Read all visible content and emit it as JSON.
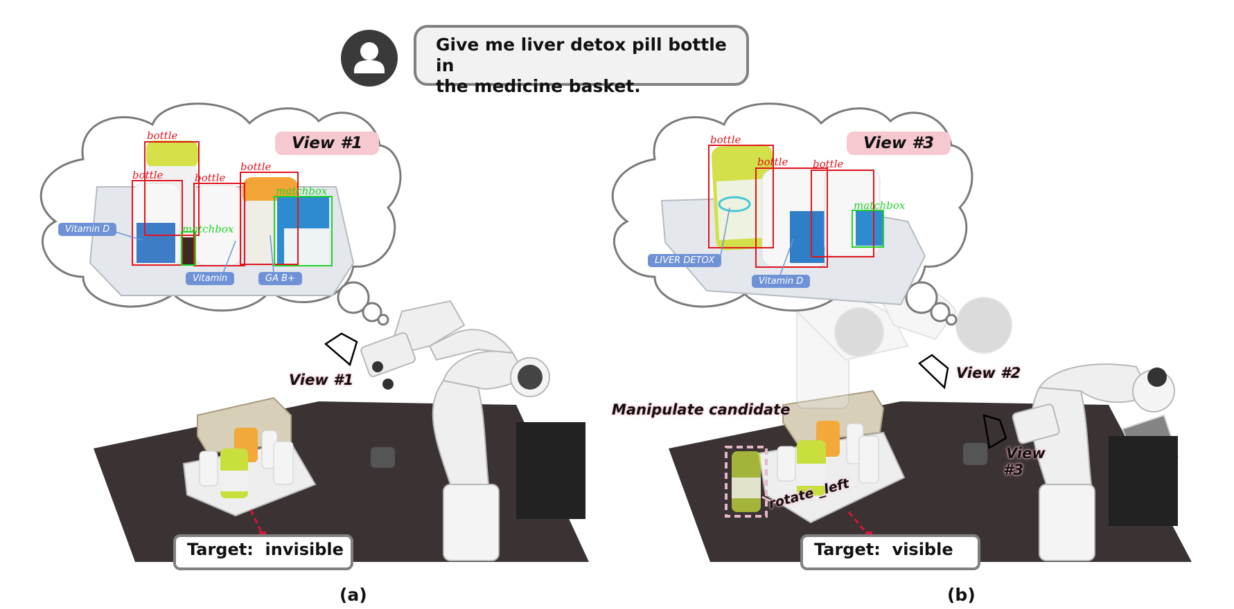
{
  "user_prompt": {
    "line1": "Give me liver detox pill bottle in",
    "line2": "the medicine basket."
  },
  "panel_a": {
    "view_tag": "View #1",
    "detections": {
      "bottle_1": "bottle",
      "bottle_2": "bottle",
      "bottle_3": "bottle",
      "bottle_4": "bottle",
      "matchbox_1": "matchbox",
      "matchbox_2": "matchbox"
    },
    "ocr_tags": [
      "Vitamin D",
      "Vitamin",
      "GA B+"
    ],
    "camera_label": "View #1",
    "target_status": "Target:  invisible",
    "caption": "(a)"
  },
  "panel_b": {
    "view_tag": "View #3",
    "detections": {
      "bottle_1": "bottle",
      "bottle_2": "bottle",
      "bottle_3": "bottle",
      "matchbox_1": "matchbox"
    },
    "ocr_tags": [
      "LIVER DETOX",
      "Vitamin D"
    ],
    "camera_labels": [
      "View #2",
      "View",
      "#3"
    ],
    "manipulate_label": "Manipulate candidate",
    "action_label": "rotate _left",
    "target_status": "Target:  visible",
    "caption": "(b)"
  },
  "colors": {
    "detection_bottle": "#e0141e",
    "detection_matchbox": "#22d22a",
    "ocr_tag": "#6f92d6",
    "view_tag_bg": "#f6c9d1",
    "bubble_border": "#808080",
    "target_arrow": "#d8143a"
  }
}
